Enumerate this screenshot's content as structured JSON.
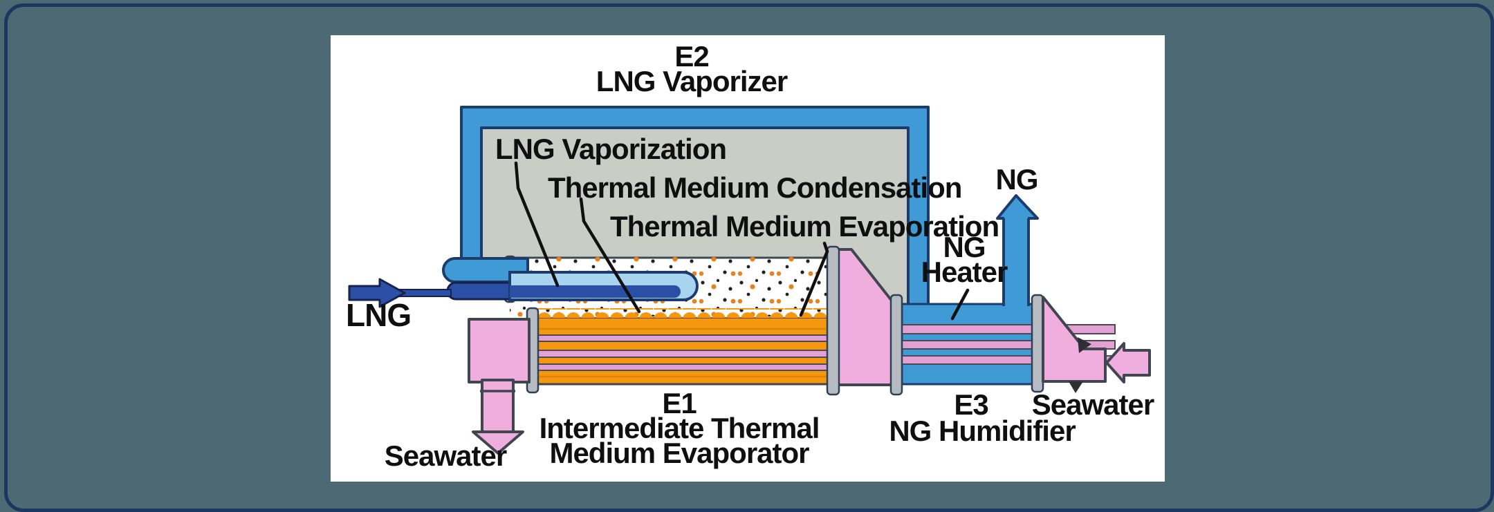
{
  "colors": {
    "background": "#4d6973",
    "frame_border": "#1a3760",
    "panel": "#ffffff",
    "jacket_blue": "#3f9ad6",
    "interior_gray": "#c9cdc5",
    "lng_dark_blue": "#2a4fa5",
    "tube_light_blue": "#a8d4ef",
    "orange": "#f5980f",
    "orange_dark": "#d07f00",
    "pink": "#efaede",
    "pink_tube": "#e3a0d2",
    "tubesheet_gray": "#b7bcc2",
    "outline_navy": "#1d3c6e",
    "outline_dark": "#3f4650",
    "text": "#0f0f0f",
    "dot_black": "#222222",
    "dot_orange": "#e8821e"
  },
  "diagram": {
    "labels": {
      "e2_title": "E2\nLNG Vaporizer",
      "lng_vaporization": "LNG Vaporization",
      "thermal_medium_condensation": "Thermal Medium Condensation",
      "thermal_medium_evaporation": "Thermal Medium Evaporation",
      "ng_outlet": "NG",
      "ng_heater": "NG\nHeater",
      "lng_inlet": "LNG",
      "seawater_outlet": "Seawater",
      "e1_title": "E1\nIntermediate Thermal\nMedium Evaporator",
      "e3_title": "E3",
      "ng_humidifier": "NG Humidifier",
      "seawater_inlet": "Seawater"
    }
  }
}
